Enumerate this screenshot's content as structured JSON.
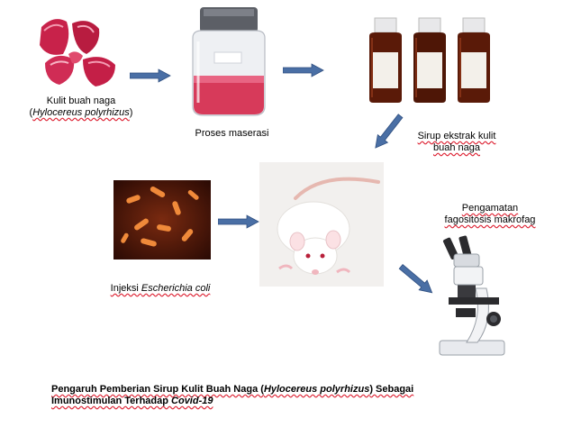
{
  "steps": {
    "peel": {
      "line1": "Kulit buah naga",
      "line2_open": "(",
      "line2_italic": "Hylocereus polyrhizus",
      "line2_close": ")"
    },
    "maceration": {
      "label": "Proses maserasi"
    },
    "syrup": {
      "line1": "Sirup ekstrak kulit",
      "line2": "buah naga"
    },
    "injection": {
      "prefix": "Injeksi ",
      "italic": "Escherichia coli"
    },
    "observation": {
      "line1": "Pengamatan",
      "line2": "fagositosis makrofag"
    }
  },
  "title": {
    "part1": "Pengaruh Pemberian Sirup Kulit Buah Naga (",
    "italic1": "Hylocereus polyrhizus",
    "part2": ") Sebagai",
    "line2": "Imunostimulan Terhadap ",
    "italic2": "Covid-19"
  },
  "colors": {
    "arrow_fill": "#4a6fa5",
    "arrow_stroke": "#2f4f80",
    "petal": "#c8224a",
    "syrup": "#5a1a08"
  }
}
